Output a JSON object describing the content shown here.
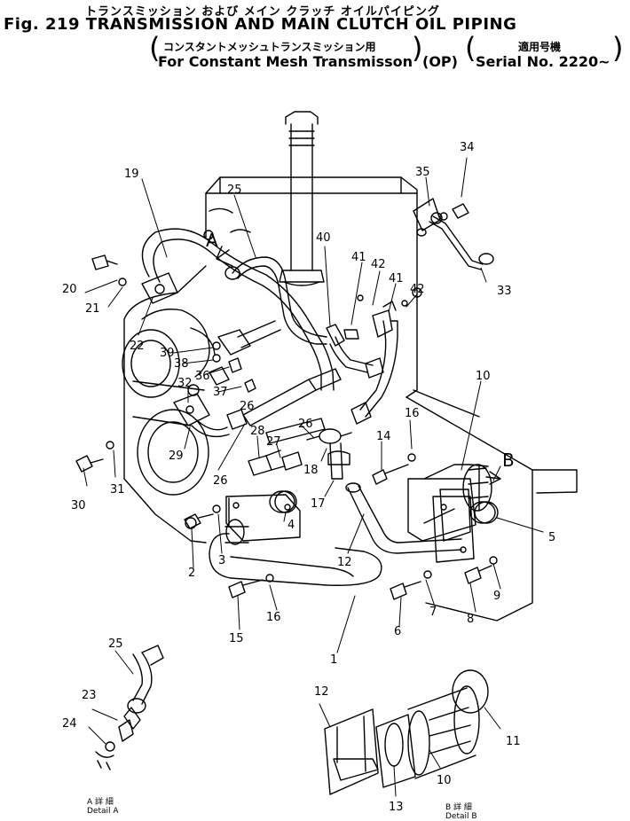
{
  "header": {
    "title_jp": "トランスミッション および メイン クラッチ オイルパイピング",
    "title_en": "Fig. 219 TRANSMISSION AND MAIN CLUTCH OIL PIPING",
    "subtitle_jp": "コンスタントメッシュトランスミッション用",
    "subtitle_en": "For Constant Mesh Transmisson",
    "subtitle_op": "(OP)",
    "serial_jp": "適用号機",
    "serial_en": "Serial No. 2220~"
  },
  "view_markers": {
    "a": "A",
    "b": "B"
  },
  "callouts": [
    "1",
    "2",
    "3",
    "4",
    "5",
    "6",
    "7",
    "8",
    "9",
    "10",
    "12",
    "14",
    "15",
    "16",
    "16",
    "17",
    "18",
    "19",
    "20",
    "21",
    "22",
    "25",
    "26",
    "26",
    "26",
    "27",
    "28",
    "29",
    "30",
    "31",
    "32",
    "33",
    "34",
    "35",
    "36",
    "37",
    "38",
    "39",
    "40",
    "41",
    "41",
    "42",
    "42"
  ],
  "detail_a": {
    "jp": "A 詳 細",
    "en": "Detail A",
    "callouts": [
      "25",
      "23",
      "24"
    ]
  },
  "detail_b": {
    "jp": "B 詳 細",
    "en": "Detail B",
    "callouts": [
      "12",
      "11",
      "10",
      "13"
    ]
  }
}
